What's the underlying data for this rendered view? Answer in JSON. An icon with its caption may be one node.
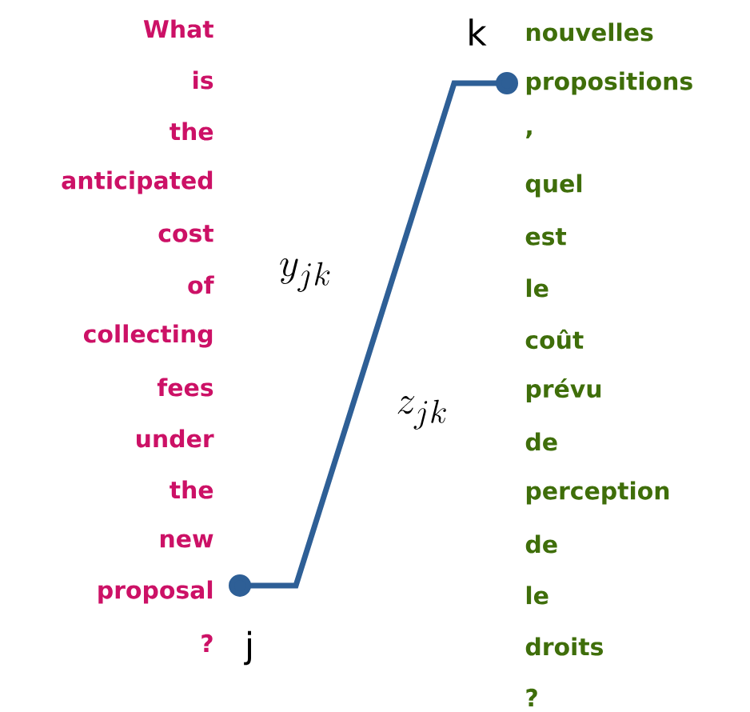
{
  "diagram": {
    "nodes": [
      {
        "text": [
          "What"
        ]
      },
      {
        "text": [
          "is"
        ]
      },
      {
        "text": [
          "the"
        ]
      },
      {
        "text": [
          "anticipated"
        ]
      },
      {
        "text": [
          "cost"
        ]
      },
      {
        "text": [
          "of"
        ]
      },
      {
        "text": [
          "collecting"
        ]
      },
      {
        "text": [
          "fees"
        ]
      },
      {
        "text": [
          "under"
        ]
      },
      {
        "text": [
          "the"
        ]
      },
      {
        "text": [
          "new"
        ]
      },
      {
        "text": [
          "proposal"
        ],
        "beside": [
          "j"
        ]
      },
      {
        "text": [
          "?"
        ]
      },
      {
        "text": [
          "nouvelles"
        ]
      },
      {
        "text": [
          "propositions"
        ],
        "beside": [
          "k"
        ]
      },
      {
        "text": [
          ","
        ]
      },
      {
        "text": [
          "quel"
        ]
      },
      {
        "text": [
          "est"
        ]
      },
      {
        "text": [
          "le"
        ]
      },
      {
        "text": [
          "coût"
        ]
      },
      {
        "text": [
          "prévu"
        ]
      },
      {
        "text": [
          "de"
        ]
      },
      {
        "text": [
          "perception"
        ]
      },
      {
        "text": [
          "de"
        ]
      },
      {
        "text": [
          "le"
        ]
      },
      {
        "text": [
          "droits"
        ]
      },
      {
        "text": [
          "?"
        ]
      }
    ],
    "edges": [
      {
        "from": 11,
        "to": 14,
        "arrow": "other"
      }
    ],
    "labels": [
      "y_{jk}",
      "z_{jk}"
    ]
  }
}
